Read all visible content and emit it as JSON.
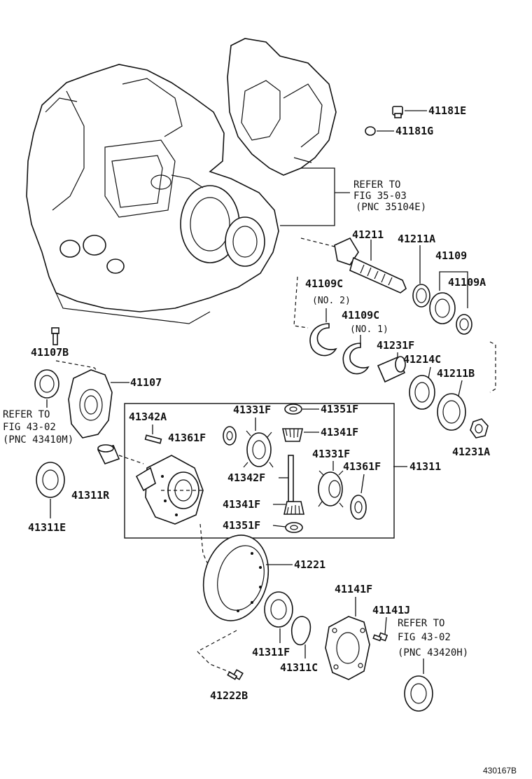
{
  "labels": {
    "p41181E": "41181E",
    "p41181G": "41181G",
    "p41211": "41211",
    "p41211A": "41211A",
    "p41109": "41109",
    "p41109A": "41109A",
    "p41109C_2": "41109C",
    "p41109C_1": "41109C",
    "no2": "(NO. 2)",
    "no1": "(NO. 1)",
    "p41231F": "41231F",
    "p41214C": "41214C",
    "p41211B": "41211B",
    "p41231A": "41231A",
    "p41107B": "41107B",
    "p41107": "41107",
    "p41342A": "41342A",
    "p41361F_a": "41361F",
    "p41331F_a": "41331F",
    "p41351F_a": "41351F",
    "p41341F_a": "41341F",
    "p41342F": "41342F",
    "p41331F_b": "41331F",
    "p41361F_b": "41361F",
    "p41311": "41311",
    "p41341F_b": "41341F",
    "p41351F_b": "41351F",
    "p41311R": "41311R",
    "p41311E": "41311E",
    "p41221": "41221",
    "p41141F": "41141F",
    "p41141J": "41141J",
    "p41311F": "41311F",
    "p41311C": "41311C",
    "p41222B": "41222B"
  },
  "references": {
    "ref1": {
      "line1": "REFER TO",
      "line2": "FIG 35-03",
      "line3": "(PNC 35104E)"
    },
    "ref2": {
      "line1": "REFER TO",
      "line2": "FIG 43-02",
      "line3": "(PNC 43410M)"
    },
    "ref3": {
      "line1": "REFER TO",
      "line2": "FIG 43-02",
      "line3": "(PNC 43420H)"
    }
  },
  "figure_code": "430167B"
}
